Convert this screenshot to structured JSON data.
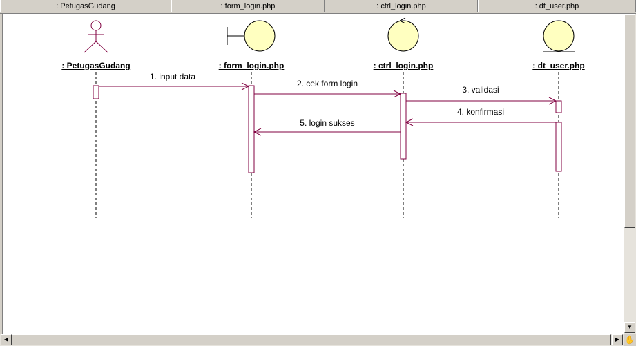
{
  "tabs": [
    ": PetugasGudang",
    ": form_login.php",
    ": ctrl_login.php",
    ": dt_user.php"
  ],
  "objects": [
    {
      "label": ": PetugasGudang",
      "kind": "actor"
    },
    {
      "label": ": form_login.php",
      "kind": "boundary"
    },
    {
      "label": ": ctrl_login.php",
      "kind": "control"
    },
    {
      "label": ": dt_user.php",
      "kind": "entity"
    }
  ],
  "messages": [
    {
      "label": "1. input data",
      "from": ": PetugasGudang",
      "to": ": form_login.php"
    },
    {
      "label": "2. cek form login",
      "from": ": form_login.php",
      "to": ": ctrl_login.php"
    },
    {
      "label": "3. validasi",
      "from": ": ctrl_login.php",
      "to": ": dt_user.php"
    },
    {
      "label": "4. konfirmasi",
      "from": ": dt_user.php",
      "to": ": ctrl_login.php"
    },
    {
      "label": "5. login sukses",
      "from": ": ctrl_login.php",
      "to": ": form_login.php"
    }
  ],
  "colors": {
    "line": "#800040",
    "fill": "#ffffc0",
    "canvas": "#ffffff",
    "chrome": "#d4d0c8"
  }
}
